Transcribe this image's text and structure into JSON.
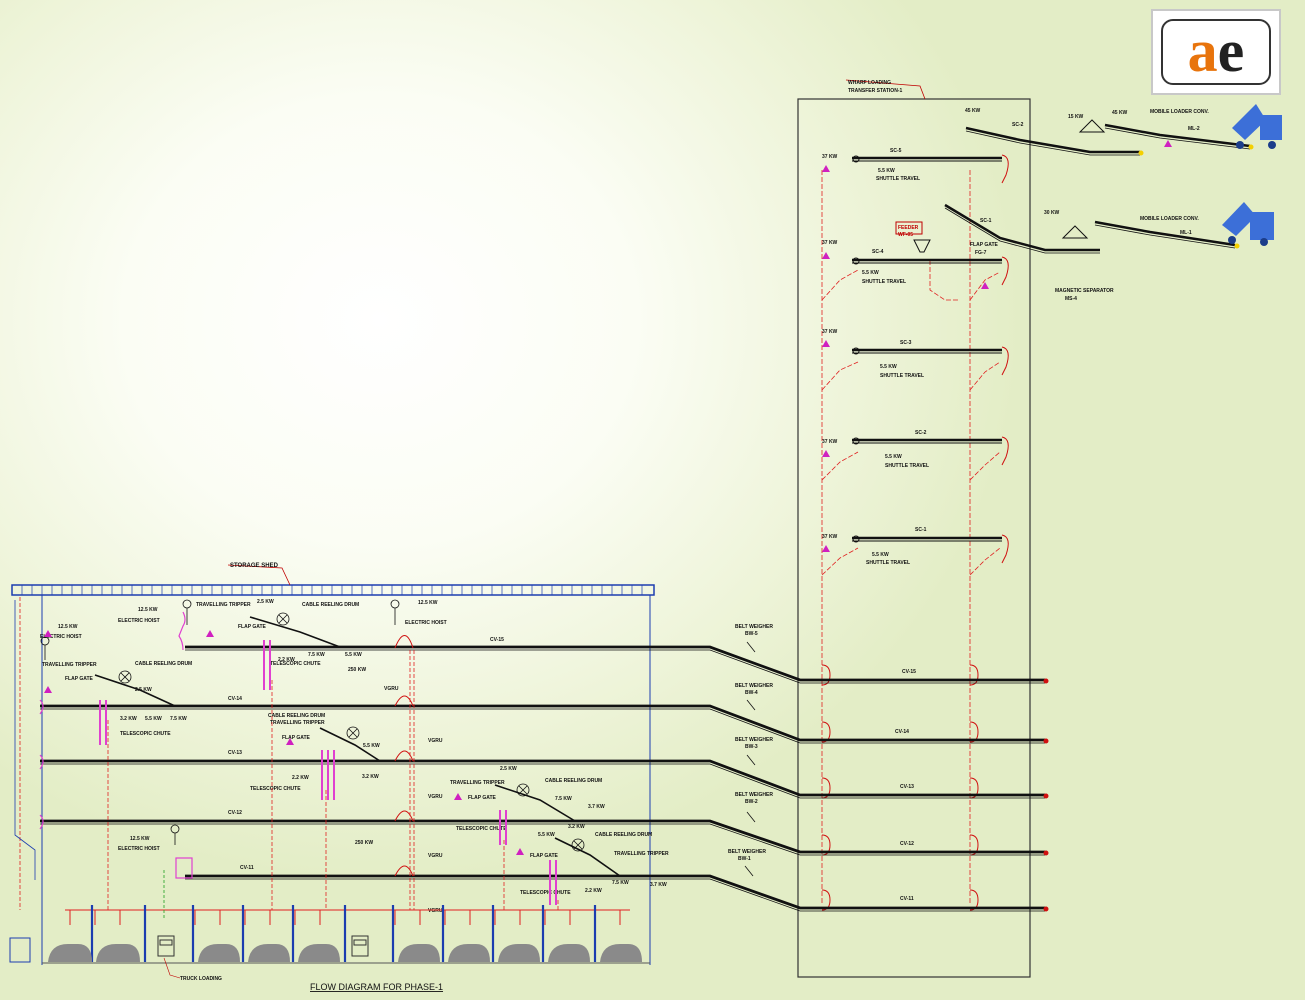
{
  "logo": {
    "letter1": "a",
    "letter2": "e",
    "color1": "#e8740c",
    "color2": "#222222"
  },
  "title": "FLOW DIAGRAM FOR PHASE-1",
  "storage_shed_label": "STORAGE SHED",
  "wharf_label_line1": "WHARF LOADING",
  "wharf_label_line2": "TRANSFER STATION-1",
  "truck_loading_label": "TRUCK LOADING",
  "conveyors": [
    {
      "id": "CV-15",
      "label": "CV-15",
      "belt_label": "BELT WEIGHER",
      "belt_id": "BW-5"
    },
    {
      "id": "CV-14",
      "label": "CV-14",
      "belt_label": "BELT WEIGHER",
      "belt_id": "BW-4"
    },
    {
      "id": "CV-13",
      "label": "CV-13",
      "belt_label": "BELT WEIGHER",
      "belt_id": "BW-3"
    },
    {
      "id": "CV-12",
      "label": "CV-12",
      "belt_label": "BELT WEIGHER",
      "belt_id": "BW-2"
    },
    {
      "id": "CV-11",
      "label": "CV-11",
      "belt_label": "BELT WEIGHER",
      "belt_id": "BW-1"
    }
  ],
  "shuttle_conveyors": [
    {
      "label": "SC-5",
      "power": "5.5 KW",
      "travel": "SHUTTLE TRAVEL",
      "drive": "37 KW"
    },
    {
      "label": "SC-4",
      "power": "5.5 KW",
      "travel": "SHUTTLE TRAVEL",
      "drive": "37 KW"
    },
    {
      "label": "SC-3",
      "power": "5.5 KW",
      "travel": "SHUTTLE TRAVEL",
      "drive": "37 KW"
    },
    {
      "label": "SC-2",
      "power": "5.5 KW",
      "travel": "SHUTTLE TRAVEL",
      "drive": "37 KW"
    },
    {
      "label": "SC-1",
      "power": "5.5 KW",
      "travel": "SHUTTLE TRAVEL",
      "drive": "37 KW"
    }
  ],
  "wharf": {
    "sc_upper": "SC-2",
    "sc_lower": "SC-1",
    "feeder": "FEEDER",
    "feeder_id": "WF-05",
    "flap_gate": "FLAP GATE",
    "flap_id": "FG-7",
    "mag_sep": "MAGNETIC SEPARATOR",
    "mag_id": "MS-4",
    "loader_upper": "MOBILE LOADER CONV.",
    "loader_upper_id": "ML-2",
    "loader_lower": "MOBILE LOADER CONV.",
    "loader_lower_id": "ML-1",
    "kw_a": "45 KW",
    "kw_b": "15 KW",
    "kw_c": "45 KW",
    "kw_d": "30 KW"
  },
  "shed": {
    "travelling_tripper": "TRAVELLING TRIPPER",
    "cable_reeling_drum": "CABLE REELING DRUM",
    "flap_gate": "FLAP GATE",
    "telescopic_chute": "TELESCOPIC CHUTE",
    "electric_hoist": "ELECTRIC HOIST",
    "vgru": "VGRU",
    "kw_a": "12.5 KW",
    "kw_b": "2.5 KW",
    "kw_c": "2.2 KW",
    "kw_d": "7.5 KW",
    "kw_e": "5.5 KW",
    "kw_f": "3.2 KW",
    "kw_g": "3.7 KW",
    "kw_h": "250 KW"
  }
}
